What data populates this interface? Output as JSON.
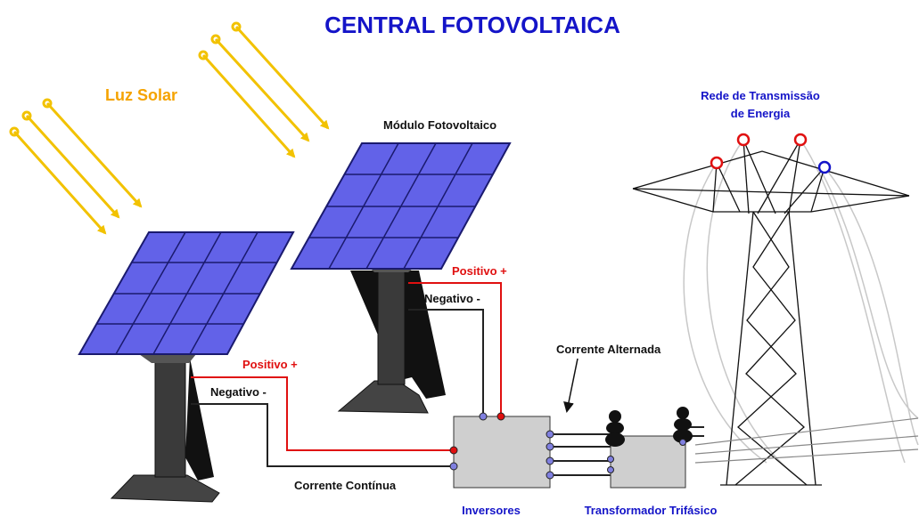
{
  "title": "CENTRAL FOTOVOLTAICA",
  "labels": {
    "sunlight": "Luz Solar",
    "pv_module": "Módulo Fotovoltaico",
    "grid_line1": "Rede de Transmissão",
    "grid_line2": "de Energia",
    "positive_left": "Positivo +",
    "negative_left": "Negativo -",
    "positive_right": "Positivo +",
    "negative_right": "Negativo -",
    "alternating_current": "Corrente Alternada",
    "direct_current": "Corrente Contínua",
    "inverters": "Inversores",
    "transformer": "Transformador Trifásico"
  },
  "colors": {
    "title": "#1414c8",
    "sunlight_text": "#f5a300",
    "sun_ray": "#f2c200",
    "panel_cell": "#6262e8",
    "panel_grid": "#1a1a6e",
    "positive": "#e01010",
    "negative": "#222222",
    "grid_text": "#1414c8",
    "inverter_fill": "#cfcfcf",
    "connector": "#8080e0"
  }
}
